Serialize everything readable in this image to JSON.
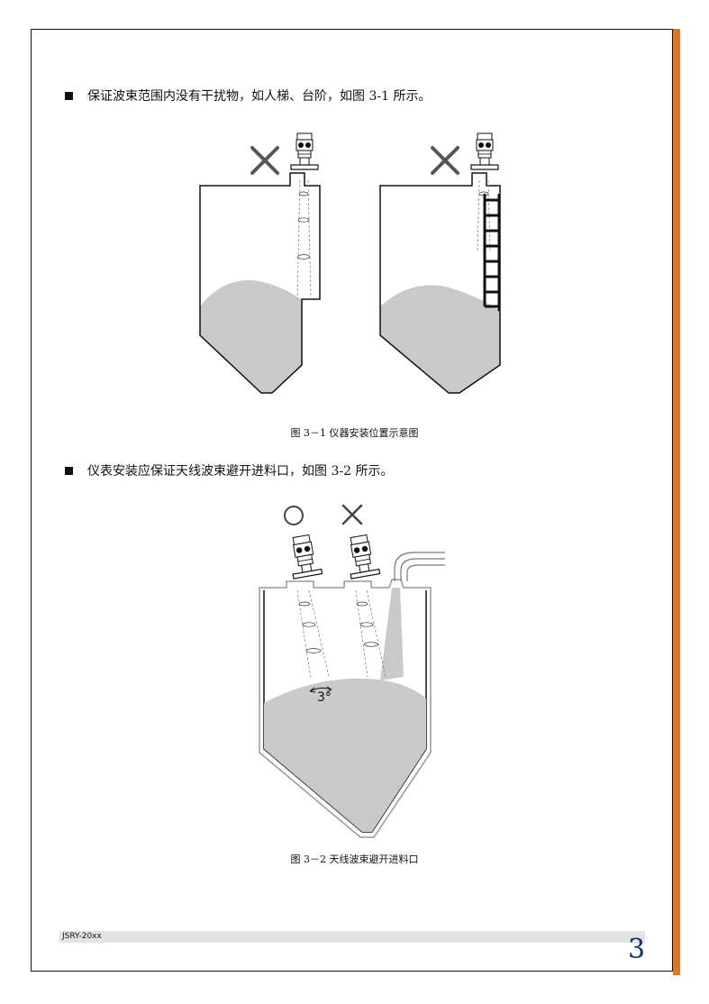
{
  "bullets": [
    {
      "text": "保证波束范围内没有干扰物，如人梯、台阶，如图 3-1 所示。"
    },
    {
      "text": "仪表安装应保证天线波束避开进料口，如图 3-2 所示。"
    }
  ],
  "figures": [
    {
      "caption": "图 3－1 仪器安装位置示意图"
    },
    {
      "caption": "图 3－2 天线波束避开进料口",
      "angle_label": "3°"
    }
  ],
  "footer": {
    "code": "JSRY-20xx",
    "page_number": "3"
  },
  "colors": {
    "accent_bar": "#e1761e",
    "material_fill": "#c9c9c9",
    "page_number": "#1c2f6b"
  },
  "icons": [
    "wrong-cross-icon",
    "correct-circle-icon"
  ]
}
